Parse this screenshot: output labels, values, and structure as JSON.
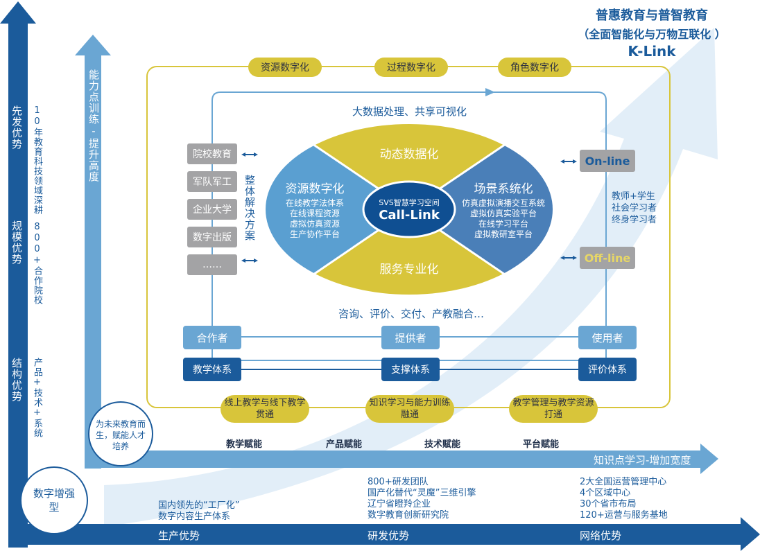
{
  "title": {
    "line1": "普惠教育与普智教育",
    "line2": "（全面智能化与万物互联化 ）",
    "brand": "K-Link"
  },
  "left_axis": {
    "advantage_first": "先发优势",
    "advantage_scale": "规模优势",
    "advantage_structure": "结构优势",
    "detail_first": "10年教育科技领域深耕",
    "detail_scale": "800+合作院校",
    "detail_structure": "产品+技术+系统"
  },
  "inner_axis": {
    "vertical_label": "能力点训练-提升高度",
    "horizontal_label": "知识点学习-增加宽度"
  },
  "bottom_axis": {
    "production": "生产优势",
    "rnd": "研发优势",
    "network": "网络优势"
  },
  "corner_circle": {
    "label": "数字增强型"
  },
  "future_bubble": {
    "label": "为未来教育而生，赋能人才培养"
  },
  "top_pills": [
    "资源数字化",
    "过程数字化",
    "角色数字化"
  ],
  "bottom_pills": [
    "线上教学与线下教学贯通",
    "知识学习与能力训练融通",
    "教学管理与教学资源打通"
  ],
  "enable_labels": [
    "教学赋能",
    "产品赋能",
    "技术赋能",
    "平台赋能"
  ],
  "production_list": [
    "国内领先的“工厂化”",
    "数字内容生产体系"
  ],
  "rnd_list": [
    "800+研发团队",
    "国产化替代“灵魔”三维引擎",
    "辽宁省瞪羚企业",
    "数字教育创新研究院"
  ],
  "network_list": [
    "2大全国运营管理中心",
    "4个区域中心",
    "30个省市布局",
    "120+运营与服务基地"
  ],
  "left_boxes": [
    "院校教育",
    "军队军工",
    "企业大学",
    "数字出版",
    "……"
  ],
  "solution_label": "整体解决方案",
  "big_data_label": "大数据处理、共享可视化",
  "consult_label": "咨询、评价、交付、产教融合…",
  "center": {
    "top": "动态数据化",
    "bottom": "服务专业化",
    "left_title": "资源数字化",
    "left_items": [
      "在线教学法体系",
      "在线课程资源",
      "虚拟仿真资源",
      "生产协作平台"
    ],
    "right_title": "场景系统化",
    "right_items": [
      "仿真虚拟演播交互系统",
      "虚拟仿真实验平台",
      "在线学习平台",
      "虚拟教研室平台"
    ],
    "core_line1": "SVS智慧学习空间",
    "core_line2": "Call-Link"
  },
  "online": "On-line",
  "offline": "Off-line",
  "audience": [
    "教师+学生",
    "社会学习者",
    "终身学习者"
  ],
  "roles": [
    "合作者",
    "提供者",
    "使用者"
  ],
  "systems": [
    "教学体系",
    "支撑体系",
    "评价体系"
  ]
}
